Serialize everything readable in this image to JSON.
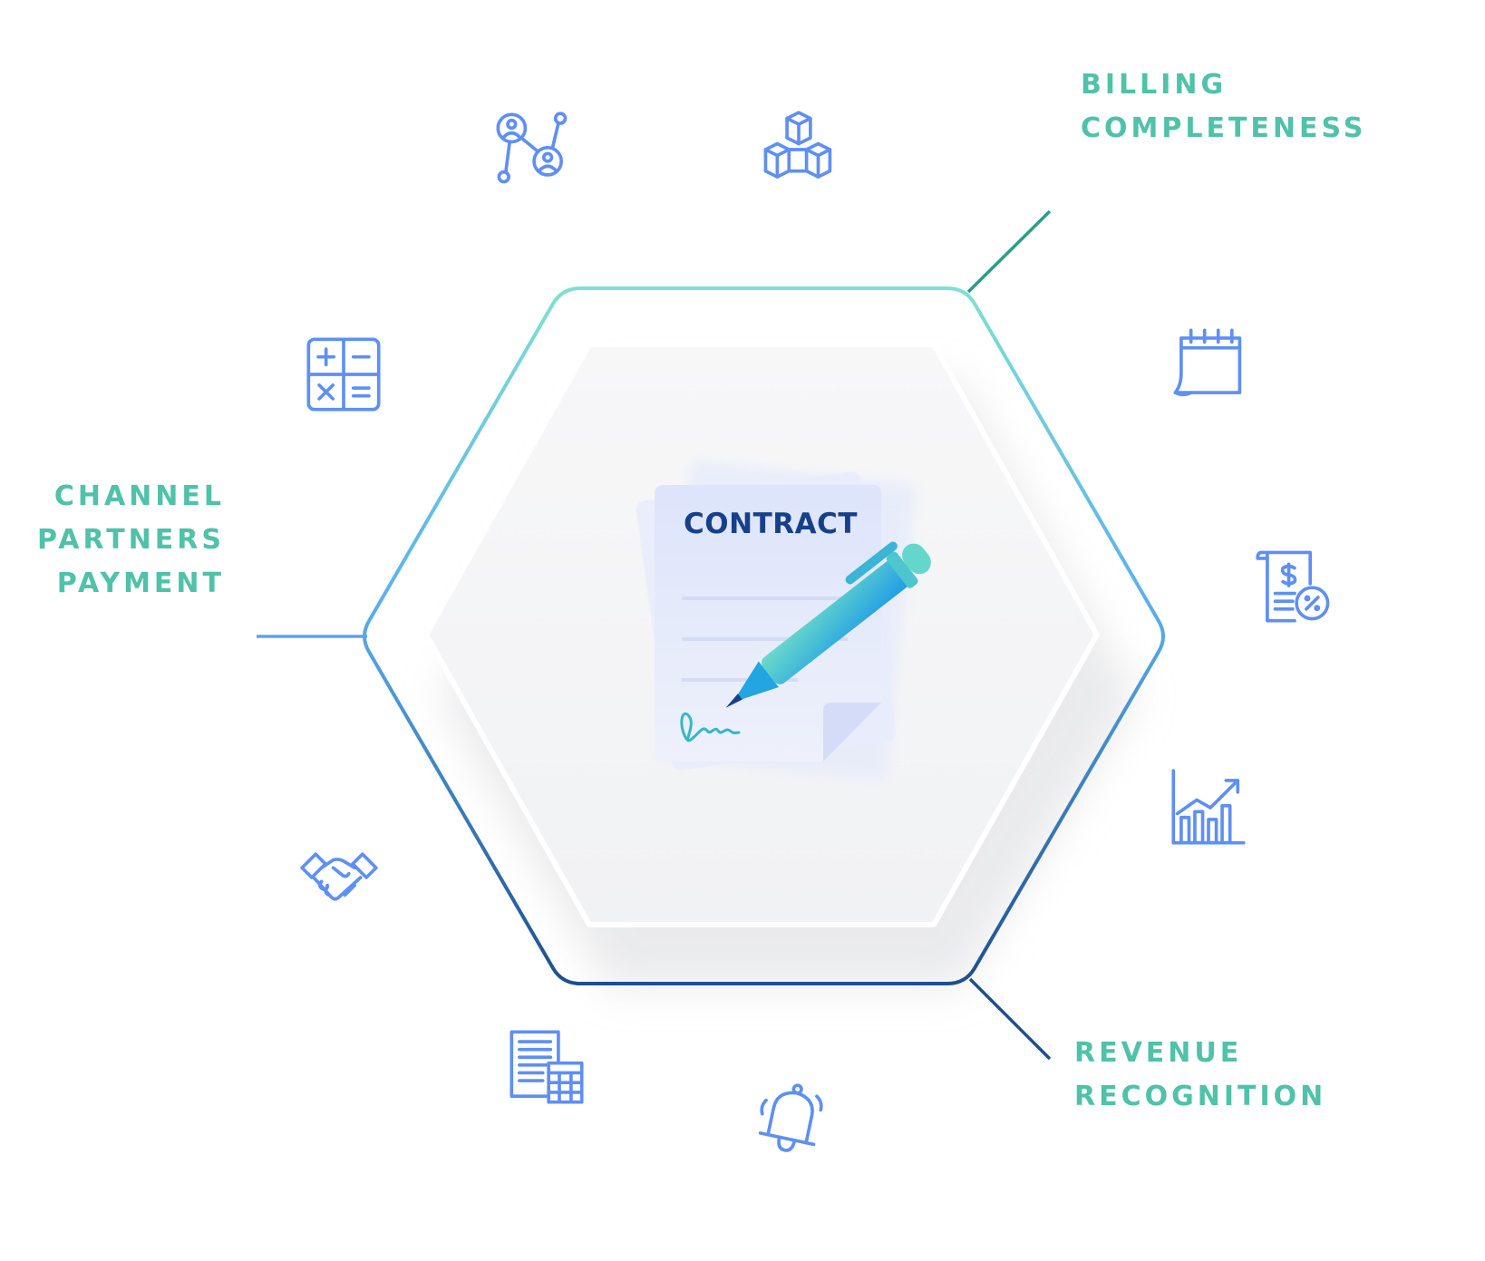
{
  "diagram": {
    "center": {
      "title": "CONTRACT"
    },
    "labels": {
      "billing": [
        "BILLING",
        "COMPLETENESS"
      ],
      "channel": [
        "CHANNEL",
        "PARTNERS",
        "PAYMENT"
      ],
      "revenue": [
        "REVENUE",
        "RECOGNITION"
      ]
    },
    "icons": [
      "network-icon",
      "cubes-icon",
      "calculator-icon",
      "calendar-icon",
      "invoice-discount-icon",
      "growth-chart-icon",
      "handshake-icon",
      "accounting-document-icon",
      "bell-icon"
    ],
    "colors": {
      "label_teal": "#4fc2a9",
      "icon_blue": "#5e8ff5",
      "contract_navy": "#16408a",
      "hex_top": "#7ee0d3",
      "hex_bottom": "#1d4f8f"
    }
  }
}
